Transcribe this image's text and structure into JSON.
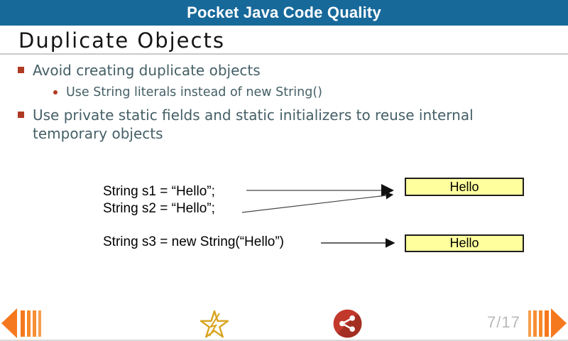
{
  "app": {
    "title": "Pocket Java Code Quality"
  },
  "slide": {
    "title": "Duplicate Objects",
    "bullets": [
      {
        "level": 1,
        "text": "Avoid creating duplicate objects"
      },
      {
        "level": 2,
        "text": "Use String literals instead of new String()"
      },
      {
        "level": 1,
        "text": "Use private static fields and static initializers to reuse internal temporary objects"
      }
    ],
    "diagram": {
      "code_lines": [
        "String s1 = “Hello”;",
        "String s2 = “Hello”;",
        "String s3 = new String(“Hello”)"
      ],
      "boxes": [
        {
          "label": "Hello"
        },
        {
          "label": "Hello"
        }
      ]
    }
  },
  "footer": {
    "page_indicator": "7/17"
  },
  "colors": {
    "header_bg": "#17699A",
    "header_text": "#FFFFFF",
    "bullet_marker": "#B03A23",
    "body_text": "#445F66",
    "box_fill": "#FFFF9E",
    "box_border": "#1E1E1E",
    "nav_arrow": "#F5781E",
    "share_icon": "#C2392B",
    "share_icon_shadow": "#A32E22",
    "star_icon": "#D9A420",
    "page_indicator_text": "#B8B8B8"
  }
}
